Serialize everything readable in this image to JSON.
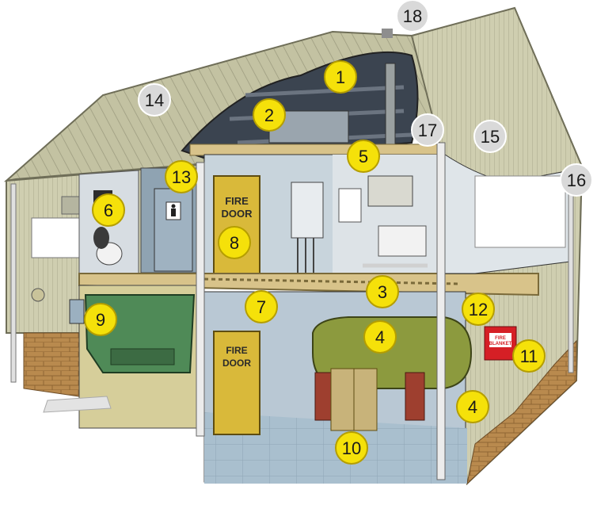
{
  "colors": {
    "marker_yellow": "#f5e10a",
    "marker_grey": "#d9d9d9",
    "wall_cladding": "#c9c8a8",
    "roof": "#b8b796",
    "brick": "#b98a4e",
    "fire_door": "#d9b93a",
    "tank": "#8c9a3e",
    "machine": "#4f8a57",
    "floor": "#a8bfcf"
  },
  "signs": {
    "fire_door_upper_line1": "FIRE",
    "fire_door_upper_line2": "DOOR",
    "fire_door_lower_line1": "FIRE",
    "fire_door_lower_line2": "DOOR",
    "fire_blanket_line1": "FIRE",
    "fire_blanket_line2": "BLANKET"
  },
  "icons": {
    "toilet_sign": "person-icon"
  },
  "markers": [
    {
      "label": "1",
      "style": "yellow"
    },
    {
      "label": "2",
      "style": "yellow"
    },
    {
      "label": "3",
      "style": "yellow"
    },
    {
      "label": "4",
      "style": "yellow"
    },
    {
      "label": "4",
      "style": "yellow"
    },
    {
      "label": "5",
      "style": "yellow"
    },
    {
      "label": "6",
      "style": "yellow"
    },
    {
      "label": "7",
      "style": "yellow"
    },
    {
      "label": "8",
      "style": "yellow"
    },
    {
      "label": "9",
      "style": "yellow"
    },
    {
      "label": "10",
      "style": "yellow"
    },
    {
      "label": "11",
      "style": "yellow"
    },
    {
      "label": "12",
      "style": "yellow"
    },
    {
      "label": "13",
      "style": "yellow"
    },
    {
      "label": "14",
      "style": "grey"
    },
    {
      "label": "15",
      "style": "grey"
    },
    {
      "label": "16",
      "style": "grey"
    },
    {
      "label": "17",
      "style": "grey"
    },
    {
      "label": "18",
      "style": "grey"
    }
  ]
}
